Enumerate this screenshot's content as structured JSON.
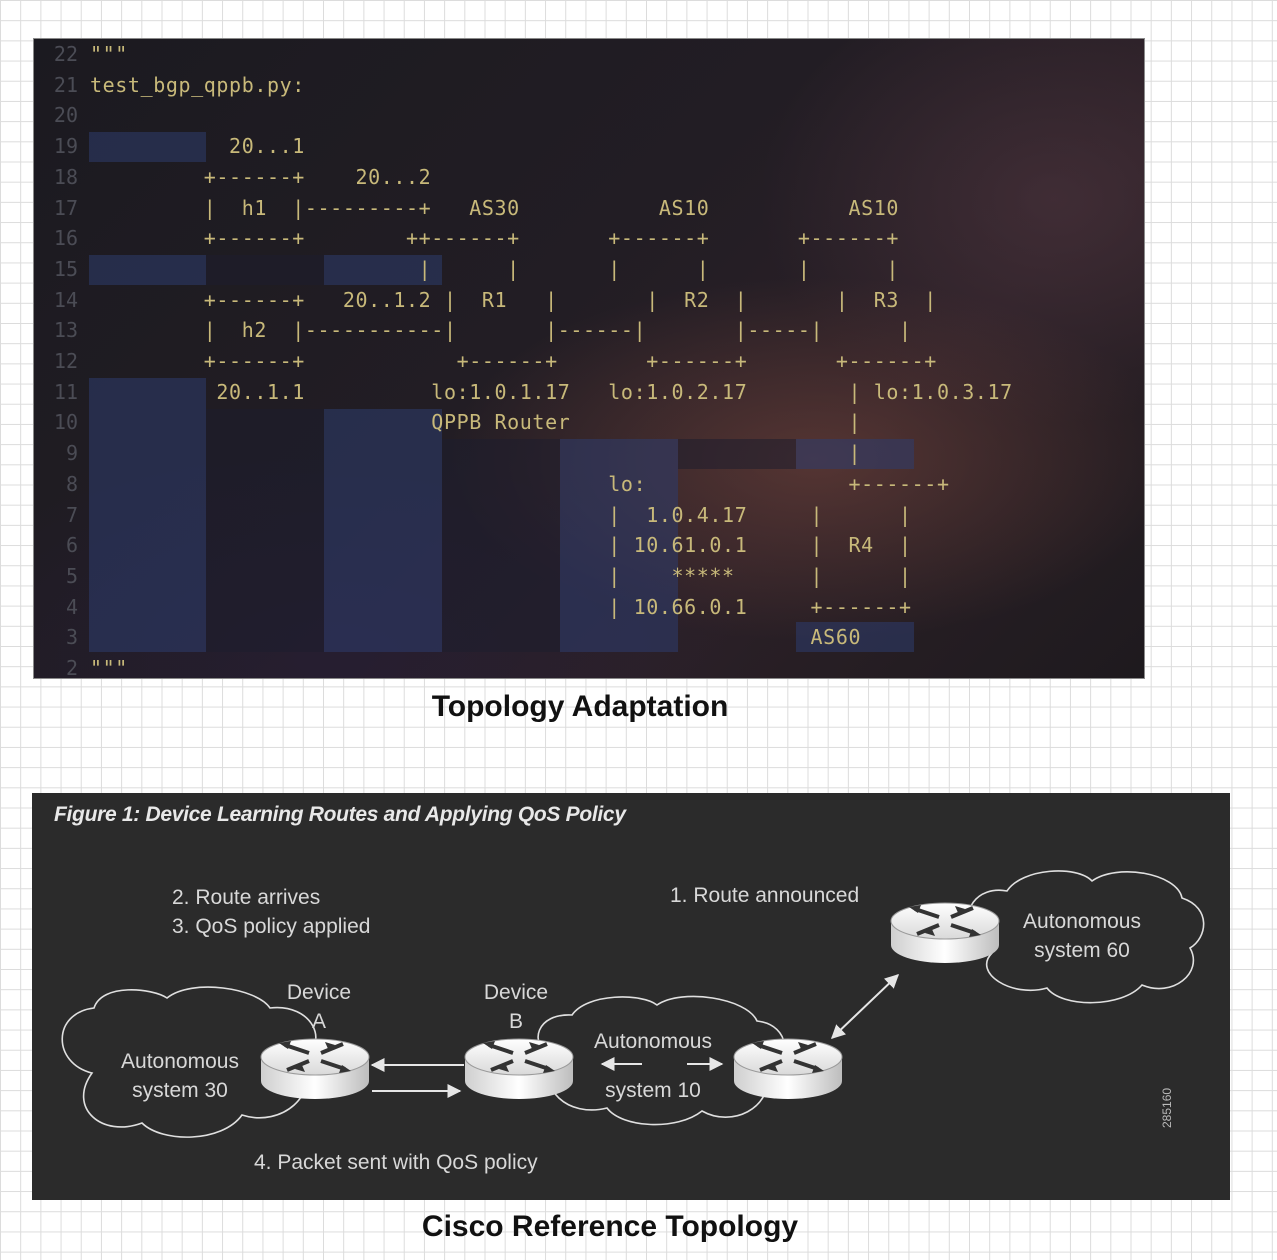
{
  "terminal": {
    "line_numbers": [
      "22",
      "21",
      "20",
      "19",
      "18",
      "17",
      "16",
      "15",
      "14",
      "13",
      "12",
      "11",
      "10",
      "9",
      "8",
      "7",
      "6",
      "5",
      "4",
      "3",
      "2"
    ],
    "lines": [
      "\"\"\"",
      "test_bgp_qppb.py:",
      "",
      "           20...1",
      "         +------+    20...2",
      "         |  h1  |---------+   AS30           AS10           AS10",
      "         +------+        ++------+       +------+       +------+",
      "                          |      |       |      |       |      |",
      "         +------+   20..1.2 |  R1   |       |  R2  |       |  R3  |",
      "         |  h2  |-----------|       |------|       |-----|      |",
      "         +------+            +------+       +------+       +------+",
      "          20..1.1          lo:1.0.1.17   lo:1.0.2.17        | lo:1.0.3.17",
      "                           QPPB Router                      |",
      "                                                            |",
      "                                         lo:                +------+",
      "                                         |  1.0.4.17     |      |",
      "                                         | 10.61.0.1     |  R4  |",
      "                                         |    *****      |      |",
      "                                         | 10.66.0.1     +------+",
      "                                                         AS60",
      "\"\"\""
    ]
  },
  "captions": {
    "top": "Topology Adaptation",
    "bottom": "Cisco Reference Topology"
  },
  "figure": {
    "title": "Figure 1: Device Learning Routes and Applying QoS Policy",
    "step_2": "2. Route arrives",
    "step_3": "3. QoS policy applied",
    "step_1": "1. Route announced",
    "step_4": "4. Packet sent with QoS policy",
    "device_a": "Device\nA",
    "device_b": "Device\nB",
    "as30": "Autonomous\nsystem 30",
    "as10_line1": "Autonomous",
    "as10_line2": "system 10",
    "as60": "Autonomous\nsystem 60",
    "figure_id": "285160"
  },
  "colors": {
    "code_text": "#c8b97a",
    "figure_bg": "#2b2b2b",
    "figure_text": "#d8d8d8"
  },
  "icons": [
    "router-icon",
    "cloud-icon",
    "arrow-icon"
  ]
}
